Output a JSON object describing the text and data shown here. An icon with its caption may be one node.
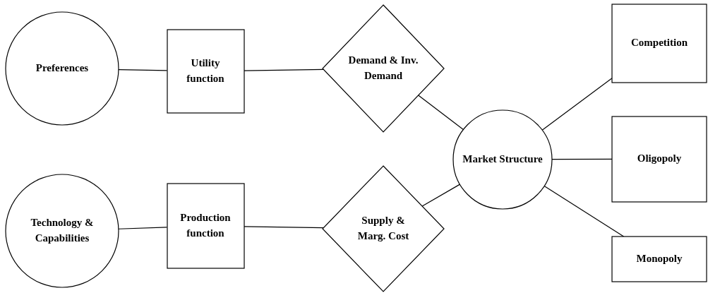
{
  "diagram": {
    "nodes": [
      {
        "text": [
          "Preferences"
        ]
      },
      {
        "text": [
          "Utility function"
        ]
      },
      {
        "text": [
          "Demand & Inv. Demand"
        ]
      },
      {
        "text": [
          "Technology & Capabilities"
        ]
      },
      {
        "text": [
          "Production function"
        ]
      },
      {
        "text": [
          "Supply & Marg. Cost"
        ]
      },
      {
        "text": [
          "Market Structure"
        ]
      },
      {
        "text": [
          "Competition"
        ]
      },
      {
        "text": [
          "Oligopoly"
        ]
      },
      {
        "text": [
          "Monopoly"
        ]
      }
    ],
    "edges": [
      {
        "from": 0,
        "to": 1,
        "arrow": "none"
      },
      {
        "from": 1,
        "to": 2,
        "arrow": "none"
      },
      {
        "from": 2,
        "to": 6,
        "arrow": "none"
      },
      {
        "from": 3,
        "to": 4,
        "arrow": "none"
      },
      {
        "from": 4,
        "to": 5,
        "arrow": "none"
      },
      {
        "from": 5,
        "to": 6,
        "arrow": "none"
      },
      {
        "from": 6,
        "to": 7,
        "arrow": "none"
      },
      {
        "from": 6,
        "to": 8,
        "arrow": "none"
      },
      {
        "from": 6,
        "to": 9,
        "arrow": "none"
      }
    ]
  }
}
